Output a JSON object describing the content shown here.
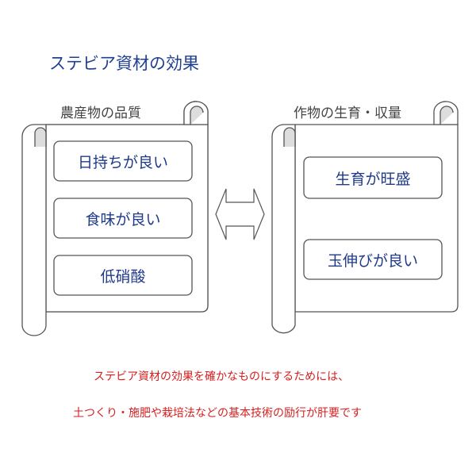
{
  "title": "ステビア資材の効果",
  "left_panel": {
    "caption": "農産物の品質",
    "items": [
      "日持ちが良い",
      "食味が良い",
      "低硝酸"
    ]
  },
  "right_panel": {
    "caption": "作物の生育・収量",
    "items": [
      "生育が旺盛",
      "玉伸びが良い"
    ]
  },
  "notes": [
    "ステビア資材の効果を確かなものにするためには、",
    "土つくり・施肥や栽培法などの基本技術の励行が肝要です"
  ],
  "colors": {
    "title": "#1f3f8f",
    "item_text": "#1f3a8a",
    "note": "#d42020",
    "outline": "#555555",
    "curl_fill": "#dddddd"
  }
}
